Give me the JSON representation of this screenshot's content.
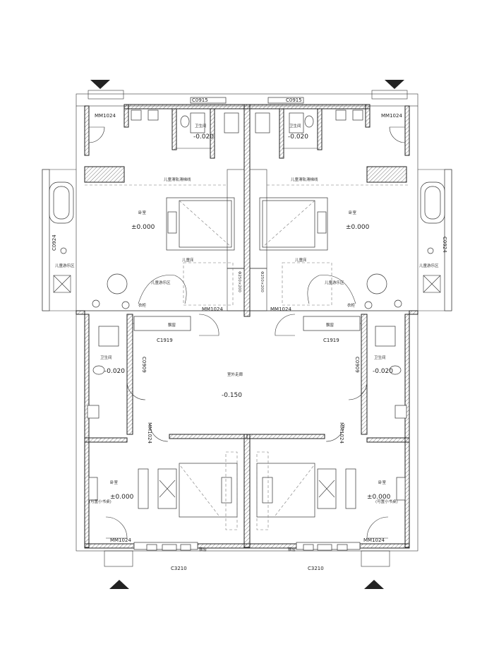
{
  "labels": {
    "c0915": "C0915",
    "mm1024": "MM1024",
    "c1919": "C1919",
    "c3210": "C3210",
    "c0924": "C0924",
    "c0909": "C0909",
    "stair_code": "Φ250×200",
    "room_bedroom": "卧室",
    "room_bath": "卫生间",
    "room_corridor": "室外走廊",
    "kids_area": "儿童游乐区",
    "kids_track": "儿童滑轨滑梯线",
    "window_seat": "飘窗",
    "bed_small": "儿童床",
    "closet": "衣柜",
    "kid_bed_note": "(可置小书桌)"
  },
  "levels": {
    "top_bath": "-0.020",
    "top_bedroom": "±0.000",
    "mid_bath": "-0.020",
    "corridor": "-0.150",
    "bottom_bedroom": "±0.000"
  },
  "colors": {
    "line": "#222222",
    "hatch": "#555555"
  }
}
